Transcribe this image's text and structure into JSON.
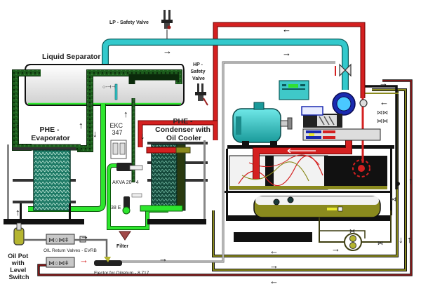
{
  "diagram": {
    "title": "Screw compressor refrigeration system schematic",
    "labels": {
      "lp_safety_valve": "LP - Safety Valve",
      "liquid_separator": "Liquid Separator",
      "hp_safety_valve": [
        "HP -",
        "Safety",
        "Valve"
      ],
      "phe_evaporator": [
        "PHE -",
        "Evaporator"
      ],
      "ekc": [
        "EKC",
        "347"
      ],
      "phe_condenser": [
        "PHE -",
        "Condenser with",
        "Oil Cooler"
      ],
      "akva": "AKVA 20 - 4",
      "valve_38": "38 E",
      "filter": "Filter",
      "oil_pot": [
        "Oil Pot",
        "with",
        "Level",
        "Switch"
      ],
      "oil_return_valves": "OIL Return Valves - EVRB",
      "ejector": "Ejector for Oilreturn - 8 717"
    },
    "components": [
      "LP safety valve",
      "Liquid separator",
      "HP safety valve",
      "PHE evaporator",
      "EKC 347 controller",
      "PHE condenser with oil cooler",
      "AKVA 20-4 expansion valve",
      "Filter",
      "Oil pot with level switch",
      "Oil return valves EVRB",
      "Ejector for oil return",
      "Electric motor",
      "Screw compressor",
      "Control panel",
      "Oil separator",
      "Oil receiver",
      "Oil pump"
    ],
    "colors": {
      "suction_line": "#33c9cc",
      "discharge_line": "#d42020",
      "liquid_line": "#2ee62e",
      "wet_return": "#1c5c1c",
      "oil_line": "#8a8a1e",
      "oil_dark": "#3d3d10",
      "frame": "#111111",
      "outline_gray": "#9a9a9a",
      "oil_return_red": "#8b1a1a",
      "motor": "#2fc8c8",
      "compressor_blue": "#1a2ab0"
    },
    "flow_arrows": {
      "left": "←",
      "right": "→",
      "up": "↑",
      "down": "↓"
    }
  }
}
